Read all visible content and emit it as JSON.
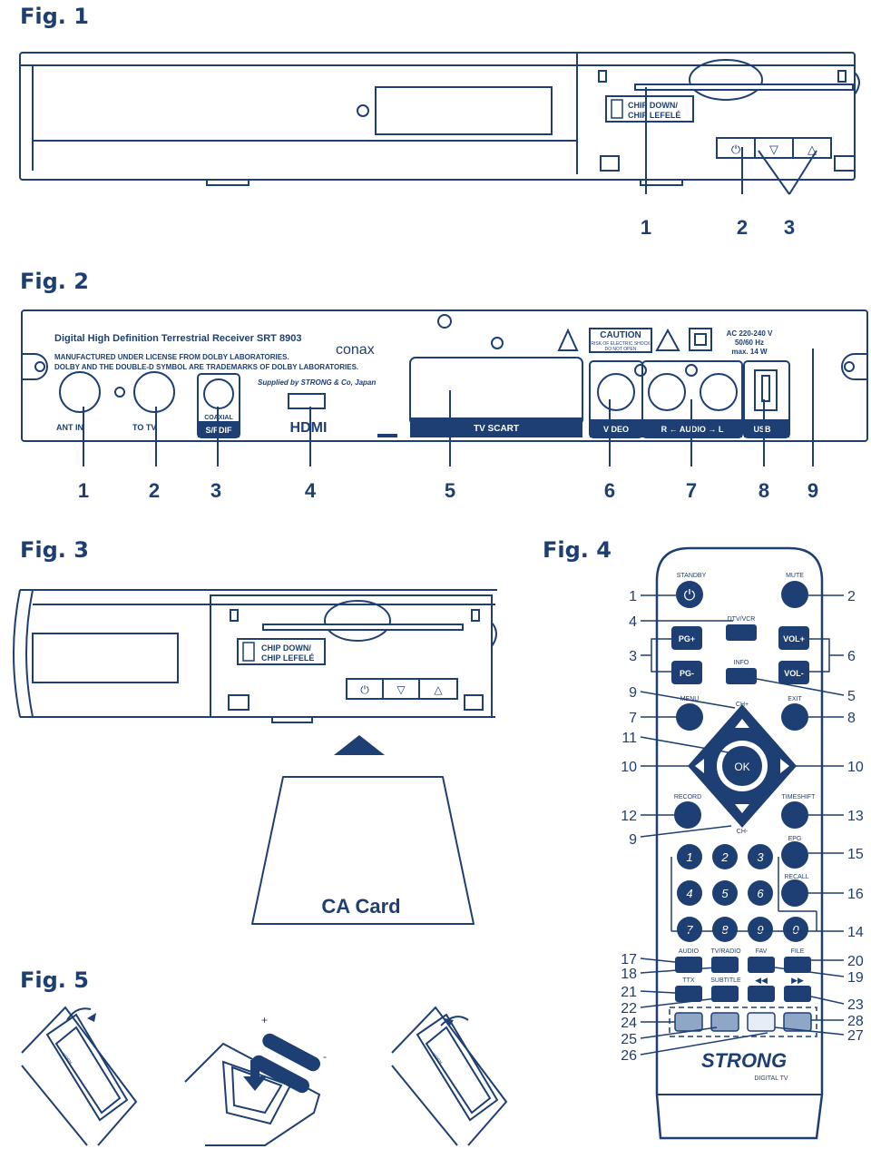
{
  "figures": {
    "fig1": "Fig. 1",
    "fig2": "Fig. 2",
    "fig3": "Fig. 3",
    "fig4": "Fig. 4",
    "fig5": "Fig. 5"
  },
  "front_panel": {
    "chip_label_1": "CHIP DOWN/",
    "chip_label_2": "CHIP LEFELÉ",
    "buttons": [
      "⏻",
      "▽",
      "△"
    ],
    "callouts": [
      "1",
      "2",
      "3"
    ]
  },
  "back_panel": {
    "title": "Digital High Definition Terrestrial Receiver SRT 8903",
    "license_1": "MANUFACTURED UNDER LICENSE FROM DOLBY LABORATORIES.",
    "license_2": "DOLBY AND THE DOUBLE-D SYMBOL ARE TRADEMARKS OF DOLBY LABORATORIES.",
    "supplied": "Supplied by STRONG & Co, Japan",
    "conax": "conax",
    "caution": "CAUTION",
    "caution_sub_1": "RISK OF ELECTRIC SHOCK",
    "caution_sub_2": "DO NOT OPEN",
    "power_1": "AC 220-240 V",
    "power_2": "50/60 Hz",
    "power_3": "max. 14 W",
    "ant_in": "ANT IN",
    "to_tv": "TO TV",
    "coaxial": "COAXIAL",
    "spdif": "S/PDIF",
    "hdmi": "HDMI",
    "tv_scart": "TV SCART",
    "video": "VIDEO",
    "audio": "R ← AUDIO → L",
    "usb": "USB",
    "callouts": [
      "1",
      "2",
      "3",
      "4",
      "5",
      "6",
      "7",
      "8",
      "9"
    ]
  },
  "card": {
    "label": "CA Card",
    "chip_label_1": "CHIP DOWN/",
    "chip_label_2": "CHIP LEFELÉ"
  },
  "remote": {
    "labels": {
      "standby": "STANDBY",
      "mute": "MUTE",
      "dtv_vcr": "DTV/VCR",
      "pg_plus": "PG+",
      "pg_minus": "PG-",
      "vol_plus": "VOL+",
      "vol_minus": "VOL-",
      "info": "INFO",
      "menu": "MENU",
      "exit": "EXIT",
      "ch_plus": "CH+",
      "ch_minus": "CH-",
      "ok": "OK",
      "record": "RECORD",
      "timeshift": "TIMESHIFT",
      "epg": "EPG",
      "recall": "RECALL",
      "audio": "AUDIO",
      "tv_radio": "TV/RADIO",
      "fav": "FAV",
      "file": "FILE",
      "ttx": "TTX",
      "subtitle": "SUBTITLE",
      "brand": "STRONG",
      "brand_sub": "DIGITAL TV"
    },
    "digits": [
      "1",
      "2",
      "3",
      "4",
      "5",
      "6",
      "7",
      "8",
      "9",
      "0"
    ],
    "callouts_left": [
      "1",
      "4",
      "3",
      "9",
      "7",
      "11",
      "10",
      "12",
      "9",
      "17",
      "18",
      "21",
      "22",
      "24",
      "25",
      "26"
    ],
    "callouts_right": [
      "2",
      "6",
      "5",
      "8",
      "10",
      "13",
      "15",
      "16",
      "14",
      "20",
      "19",
      "23",
      "28",
      "27"
    ]
  },
  "battery": {
    "open": "OPEN"
  },
  "colors": {
    "ink": "#1d3f73",
    "light_fill": "#8fa6c6"
  }
}
